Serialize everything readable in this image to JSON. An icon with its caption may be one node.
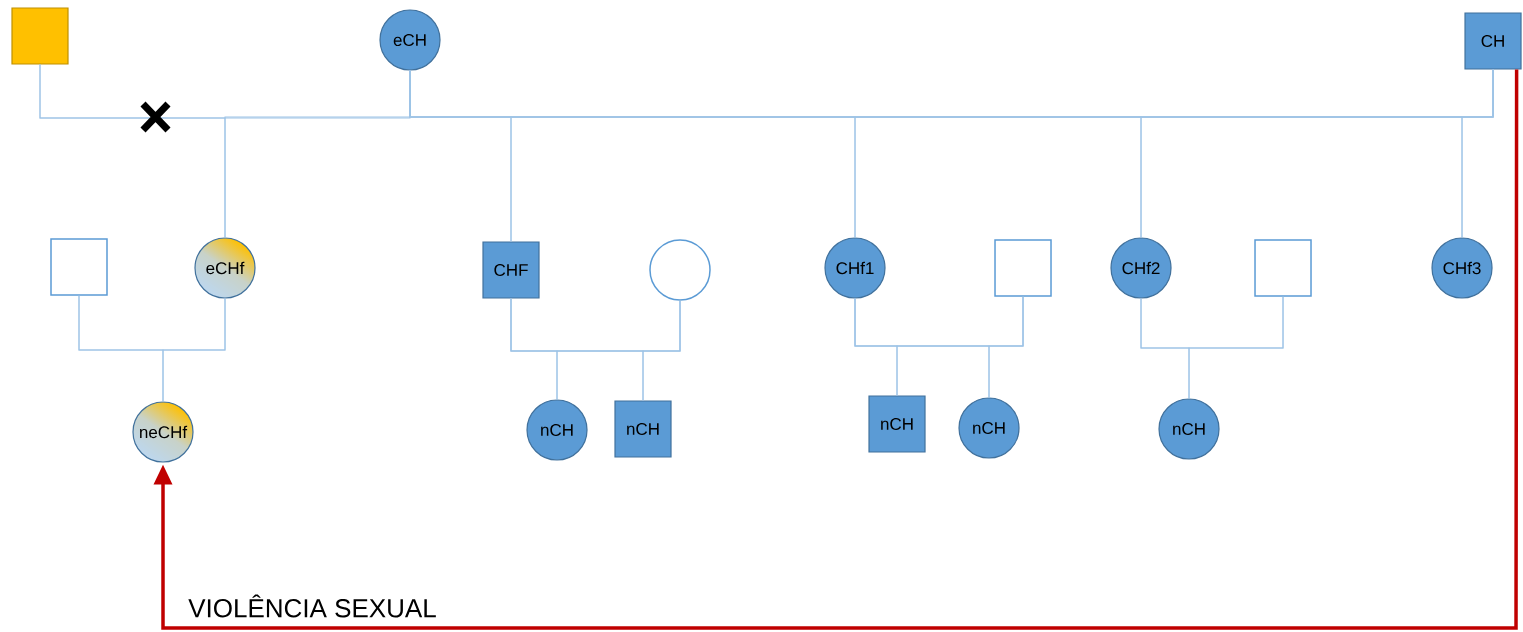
{
  "diagram": {
    "nodes": [
      {
        "text": [],
        "shape": "box"
      },
      {
        "text": [
          "eCH"
        ]
      },
      {
        "text": [
          "CH"
        ]
      },
      {
        "text": [],
        "shape": "box"
      },
      {
        "text": [
          "eCHf"
        ]
      },
      {
        "text": [
          "CHF"
        ]
      },
      {
        "text": [],
        "shape": "circle"
      },
      {
        "text": [
          "CHf1"
        ]
      },
      {
        "text": [],
        "shape": "box"
      },
      {
        "text": [
          "CHf2"
        ]
      },
      {
        "text": [],
        "shape": "box"
      },
      {
        "text": [
          "CHf3"
        ]
      },
      {
        "text": [
          "neCHf"
        ]
      },
      {
        "text": [
          "nCH"
        ]
      },
      {
        "text": [
          "nCH"
        ]
      },
      {
        "text": [
          "nCH"
        ]
      },
      {
        "text": [
          "nCH"
        ]
      },
      {
        "text": [
          "nCH"
        ]
      }
    ],
    "edges": [
      {
        "from": 0,
        "to": 1,
        "arrow": "none"
      },
      {
        "from": 1,
        "to": 2,
        "arrow": "none"
      },
      {
        "from": 0,
        "to": 4,
        "arrow": "none"
      },
      {
        "from": 1,
        "to": 4,
        "arrow": "none"
      },
      {
        "from": 1,
        "to": 5,
        "arrow": "none"
      },
      {
        "from": 2,
        "to": 5,
        "arrow": "none"
      },
      {
        "from": 1,
        "to": 7,
        "arrow": "none"
      },
      {
        "from": 2,
        "to": 7,
        "arrow": "none"
      },
      {
        "from": 1,
        "to": 9,
        "arrow": "none"
      },
      {
        "from": 2,
        "to": 9,
        "arrow": "none"
      },
      {
        "from": 1,
        "to": 11,
        "arrow": "none"
      },
      {
        "from": 2,
        "to": 11,
        "arrow": "none"
      },
      {
        "from": 3,
        "to": 4,
        "arrow": "none"
      },
      {
        "from": 3,
        "to": 12,
        "arrow": "none"
      },
      {
        "from": 4,
        "to": 12,
        "arrow": "none"
      },
      {
        "from": 5,
        "to": 6,
        "arrow": "none"
      },
      {
        "from": 5,
        "to": 13,
        "arrow": "none"
      },
      {
        "from": 6,
        "to": 13,
        "arrow": "none"
      },
      {
        "from": 5,
        "to": 14,
        "arrow": "none"
      },
      {
        "from": 6,
        "to": 14,
        "arrow": "none"
      },
      {
        "from": 7,
        "to": 8,
        "arrow": "none"
      },
      {
        "from": 7,
        "to": 15,
        "arrow": "none"
      },
      {
        "from": 8,
        "to": 15,
        "arrow": "none"
      },
      {
        "from": 7,
        "to": 16,
        "arrow": "none"
      },
      {
        "from": 8,
        "to": 16,
        "arrow": "none"
      },
      {
        "from": 9,
        "to": 10,
        "arrow": "none"
      },
      {
        "from": 9,
        "to": 17,
        "arrow": "none"
      },
      {
        "from": 10,
        "to": 17,
        "arrow": "none"
      },
      {
        "from": 2,
        "to": 12,
        "arrow": "to",
        "label": "VIOLÊNCIA SEXUAL",
        "style": "thick",
        "color": "#c00000"
      }
    ]
  }
}
